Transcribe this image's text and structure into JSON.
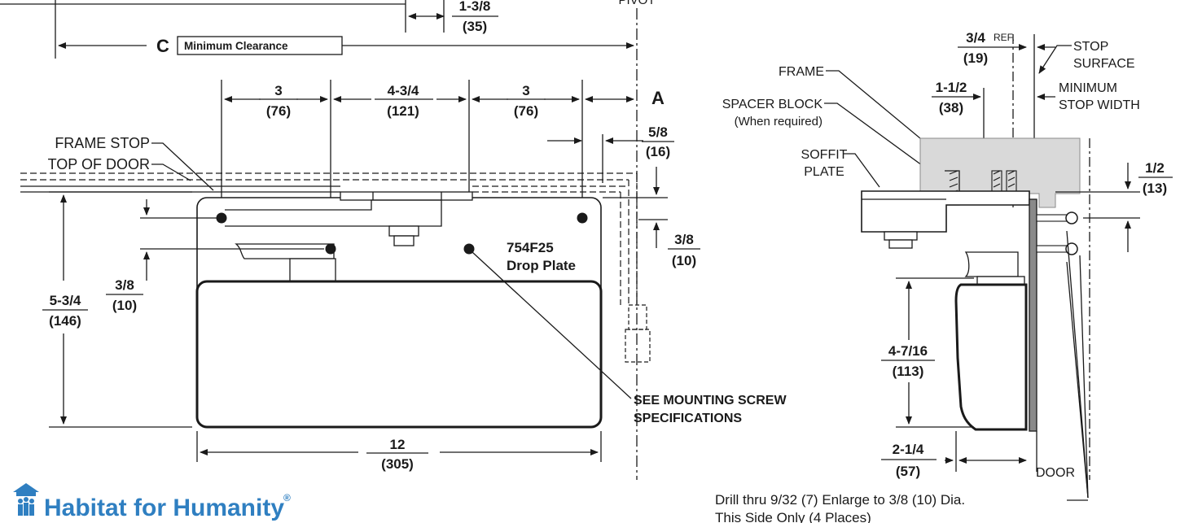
{
  "left_view": {
    "dim_top_cut": "1-3/8",
    "dim_top_cut_mm": "(35)",
    "pivot_label": "PIVOT",
    "clearance_letter": "C",
    "clearance_label": "Minimum Clearance",
    "dim_3_a": "3",
    "dim_3_a_mm": "(76)",
    "dim_4_3_4": "4-3/4",
    "dim_4_3_4_mm": "(121)",
    "dim_3_b": "3",
    "dim_3_b_mm": "(76)",
    "letter_a": "A",
    "dim_5_8": "5/8",
    "dim_5_8_mm": "(16)",
    "frame_stop": "FRAME STOP",
    "top_of_door": "TOP OF DOOR",
    "dim_3_8_right": "3/8",
    "dim_3_8_right_mm": "(10)",
    "plate_line1": "754F25",
    "plate_line2": "Drop Plate",
    "dim_5_3_4": "5-3/4",
    "dim_5_3_4_mm": "(146)",
    "dim_3_8_left": "3/8",
    "dim_3_8_left_mm": "(10)",
    "see_screw_line1": "SEE MOUNTING SCREW",
    "see_screw_line2": "SPECIFICATIONS",
    "dim_12": "12",
    "dim_12_mm": "(305)"
  },
  "right_view": {
    "dim_3_4": "3/4",
    "dim_3_4_ref": "REF.",
    "dim_3_4_mm": "(19)",
    "frame": "FRAME",
    "stop_surface_1": "STOP",
    "stop_surface_2": "SURFACE",
    "dim_1_1_2": "1-1/2",
    "dim_1_1_2_mm": "(38)",
    "min_stop_1": "MINIMUM",
    "min_stop_2": "STOP WIDTH",
    "spacer_1": "SPACER BLOCK",
    "spacer_2": "(When required)",
    "soffit_1": "SOFFIT",
    "soffit_2": "PLATE",
    "dim_1_2": "1/2",
    "dim_1_2_mm": "(13)",
    "dim_4_7_16": "4-7/16",
    "dim_4_7_16_mm": "(113)",
    "dim_2_1_4": "2-1/4",
    "dim_2_1_4_mm": "(57)",
    "door": "DOOR",
    "drill_1": "Drill thru 9/32 (7) Enlarge to 3/8 (10) Dia.",
    "drill_2": "This Side Only (4 Places)"
  },
  "logo": {
    "text": "Habitat for Humanity",
    "mark": "®",
    "color": "#2f7fc1"
  }
}
